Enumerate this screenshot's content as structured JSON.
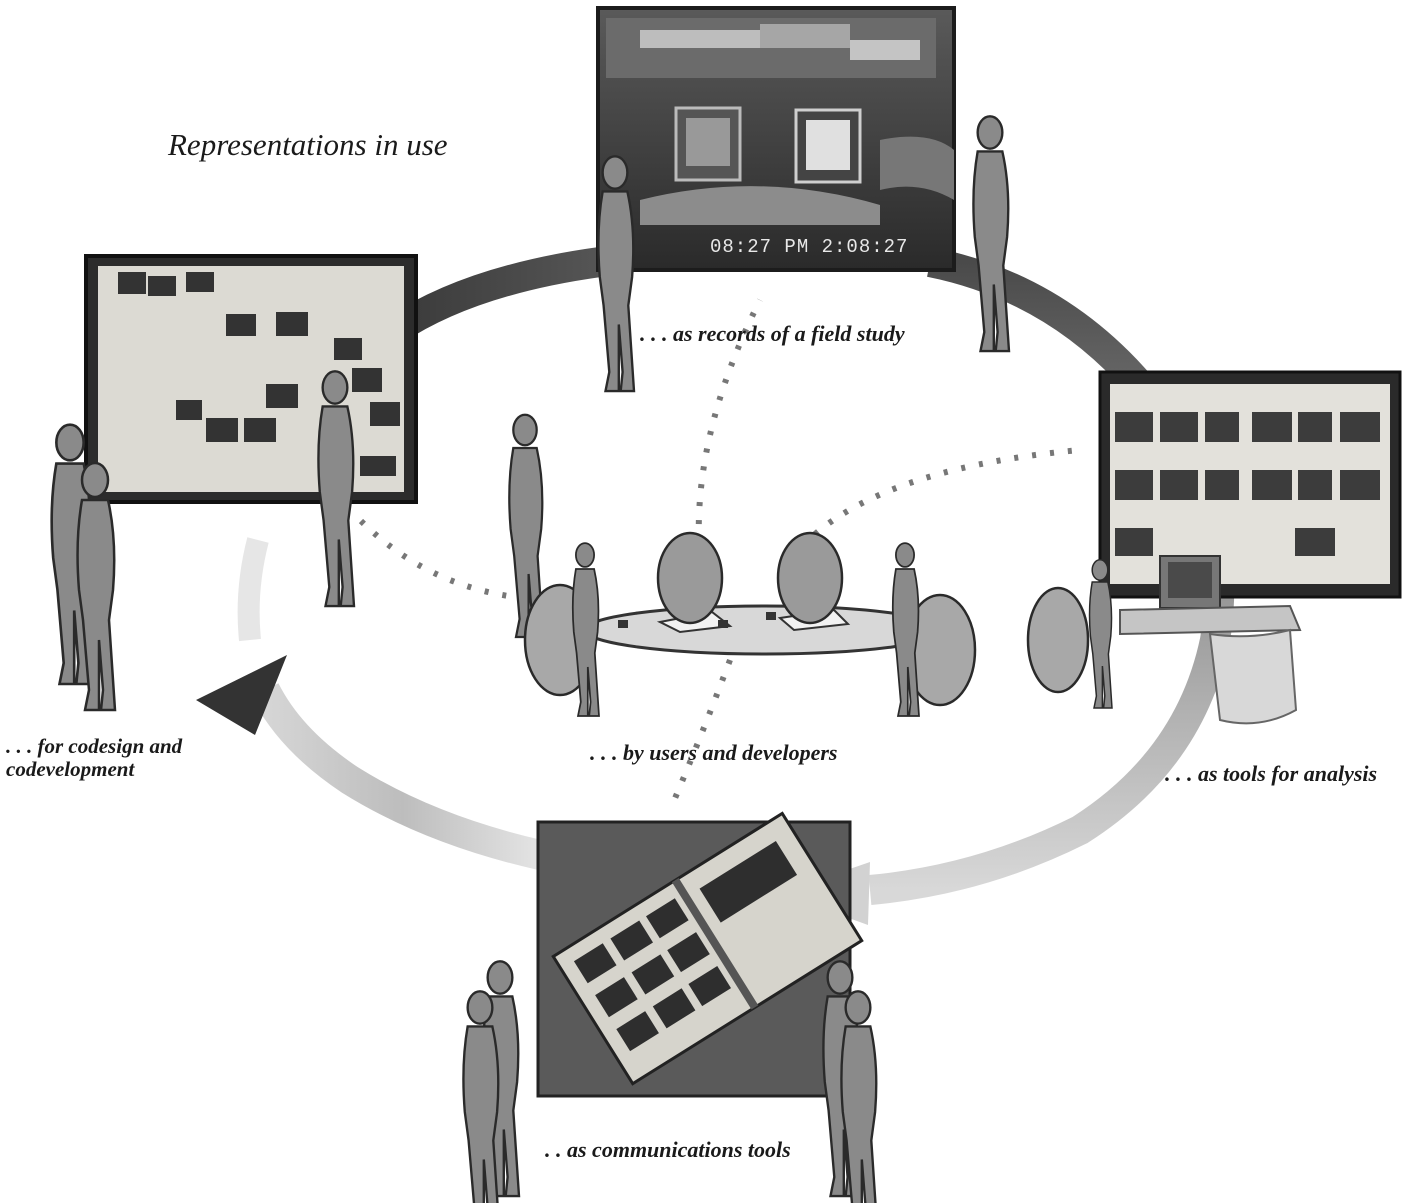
{
  "title": "Representations in use",
  "captions": {
    "field_study": ". . . as records of a field study",
    "users_developers": ". . . by users and developers",
    "codesign_line1": ". . . for codesign and",
    "codesign_line2": "codevelopment",
    "analysis": ". . . as tools for analysis",
    "communications": ". . as communications tools"
  },
  "video_timestamp": "08:27 PM  2:08:27",
  "colors": {
    "figure": "#8a8a8a",
    "figure_shade": "#6e6e6e",
    "arrow": "#5a5a5a",
    "frame": "#2e2e2e",
    "board": "#e6e4de",
    "dots": "#777777"
  },
  "icons": [
    "field-study-photo",
    "analysis-screen",
    "storyboard-wall",
    "communications-board",
    "cycle-arrow",
    "stick-figures",
    "meeting-table"
  ]
}
